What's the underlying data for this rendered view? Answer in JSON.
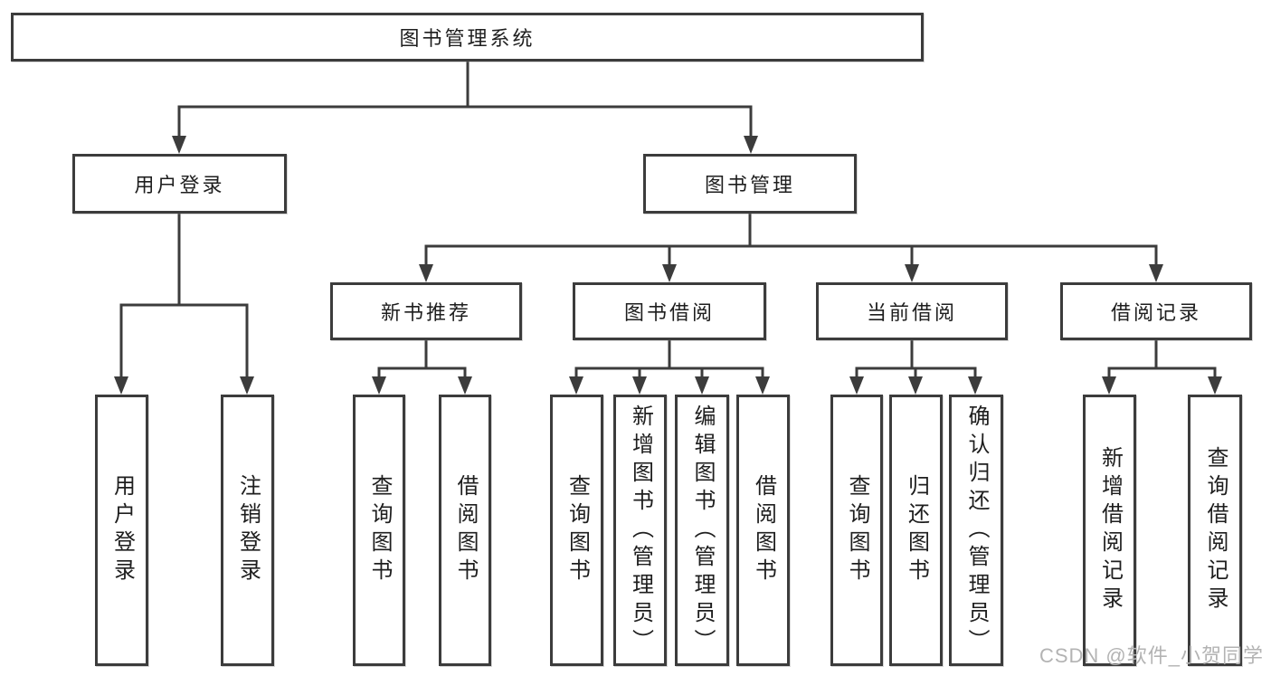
{
  "diagram": {
    "root": "图书管理系统",
    "level2": {
      "user_login": {
        "label": "用户登录",
        "children": [
          "用户登录",
          "注销登录"
        ]
      },
      "book_mgmt": {
        "label": "图书管理"
      }
    },
    "level3": {
      "new_book_rec": {
        "label": "新书推荐",
        "children": [
          "查询图书",
          "借阅图书"
        ]
      },
      "book_borrow": {
        "label": "图书借阅",
        "children": [
          "查询图书",
          "新增图书（管理员）",
          "编辑图书（管理员）",
          "借阅图书"
        ]
      },
      "current_borrow": {
        "label": "当前借阅",
        "children": [
          "查询图书",
          "归还图书",
          "确认归还（管理员）"
        ]
      },
      "borrow_record": {
        "label": "借阅记录",
        "children": [
          "新增借阅记录",
          "查询借阅记录"
        ]
      }
    }
  },
  "watermark": "CSDN @软件_小贺同学",
  "colors": {
    "line": "#3c3c3c",
    "box_border": "#3c3c3c",
    "text": "#1e1e1e",
    "watermark": "#b3b3b3",
    "background": "#ffffff"
  }
}
